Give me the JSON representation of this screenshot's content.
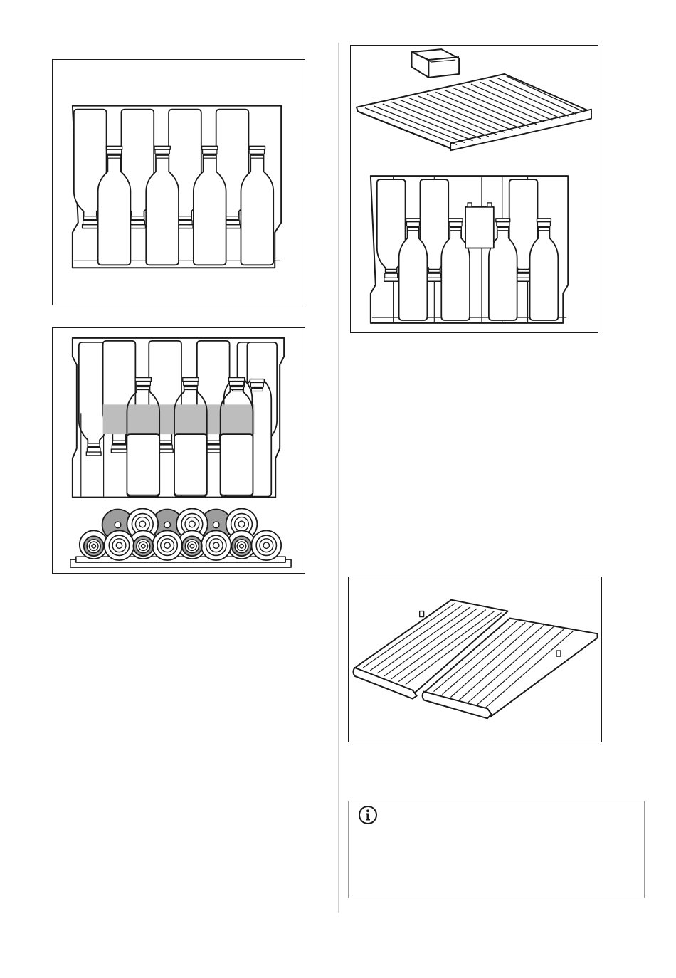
{
  "figures": [
    {
      "name": "wine-rack-upright-bottles"
    },
    {
      "name": "wine-rack-mixed-storage"
    },
    {
      "name": "shelf-with-box-and-bottles"
    },
    {
      "name": "split-bottle-shelves"
    }
  ],
  "info_box": {
    "icon": "info-icon",
    "text": ""
  },
  "colors": {
    "line": "#1a1a1a",
    "shade": "#bdbdbd",
    "dark_shade": "#9d9d9d"
  }
}
